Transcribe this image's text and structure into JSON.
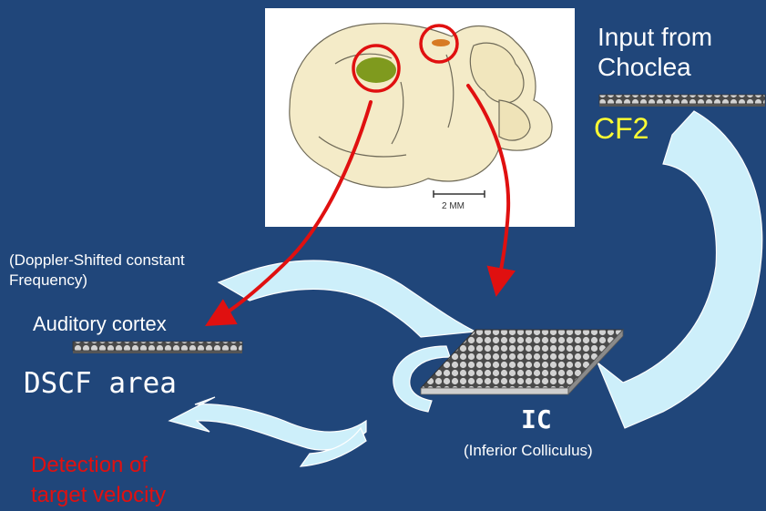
{
  "labels": {
    "input_from_cochlea": "Input from\nChoclea",
    "cf2": "CF2",
    "doppler": "(Doppler-Shifted constant\nFrequency)",
    "auditory_cortex": "Auditory cortex",
    "dscf_area": "DSCF area",
    "ic": "IC",
    "inferior_colliculus": "(Inferior Colliculus)",
    "detection": "Detection of\ntarget velocity",
    "scale_bar": "2 MM"
  },
  "colors": {
    "background": "#20467a",
    "flow_arrow_fill": "#cdeffa",
    "pointer_arrow": "#e01010",
    "highlight_circle": "#e01010",
    "cf2_text": "#ffff33",
    "detection_text": "#e01010"
  }
}
